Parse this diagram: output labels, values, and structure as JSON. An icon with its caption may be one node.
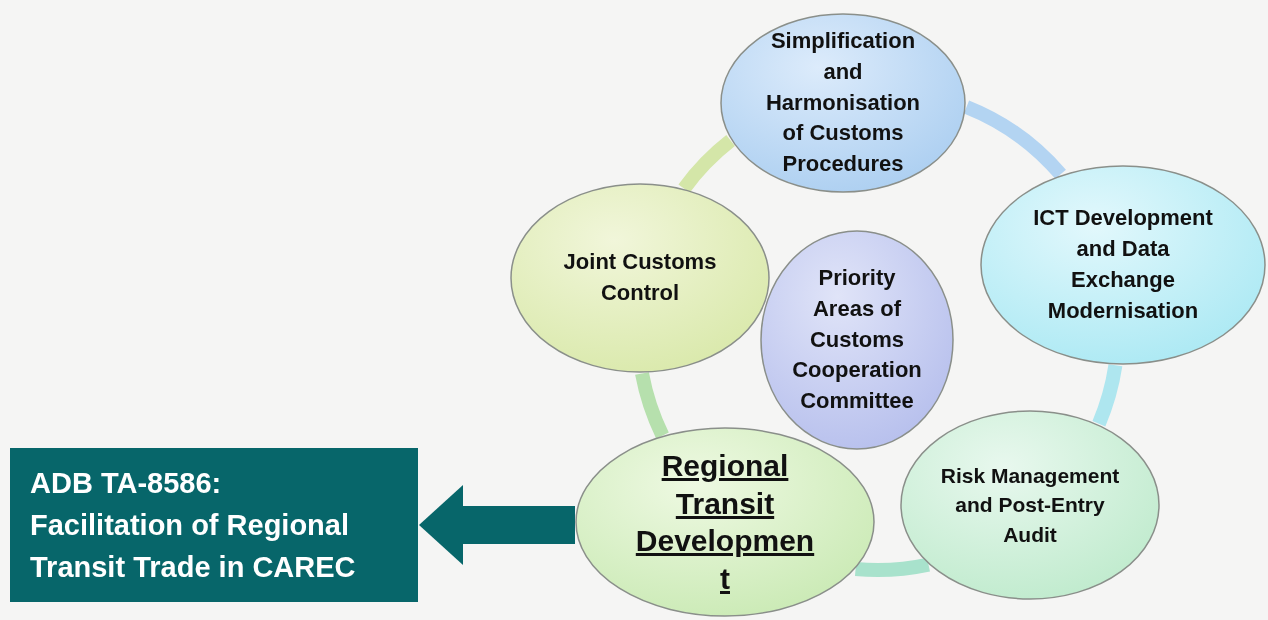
{
  "diagram": {
    "nodes": [
      {
        "text": [
          "Simplification and Harmonisation of Customs Procedures"
        ]
      },
      {
        "text": [
          "Joint Customs Control"
        ]
      },
      {
        "text": [
          "ICT Development and Data Exchange Modernisation"
        ]
      },
      {
        "text": [
          "Priority Areas of Customs Cooperation Committee"
        ]
      },
      {
        "text": [
          "ADB TA-8586: Facilitation of Regional Transit Trade in CAREC"
        ]
      },
      {
        "text": [
          "Regional Transit Development"
        ]
      },
      {
        "text": [
          "Risk Management and Post-Entry Audit"
        ]
      }
    ],
    "edges": [
      {
        "from": 0,
        "to": 2,
        "arrow": "none",
        "color": "#b3d4f2"
      },
      {
        "from": 2,
        "to": 6,
        "arrow": "none",
        "color": "#aee6ef"
      },
      {
        "from": 6,
        "to": 5,
        "arrow": "none",
        "color": "#a8e2cc"
      },
      {
        "from": 5,
        "to": 1,
        "arrow": "none",
        "color": "#b6e0ad"
      },
      {
        "from": 1,
        "to": 0,
        "arrow": "none",
        "color": "#d4e6a8"
      },
      {
        "from": 5,
        "to": 4,
        "arrow": "to",
        "style": "thick",
        "color": "#07666a"
      }
    ]
  }
}
